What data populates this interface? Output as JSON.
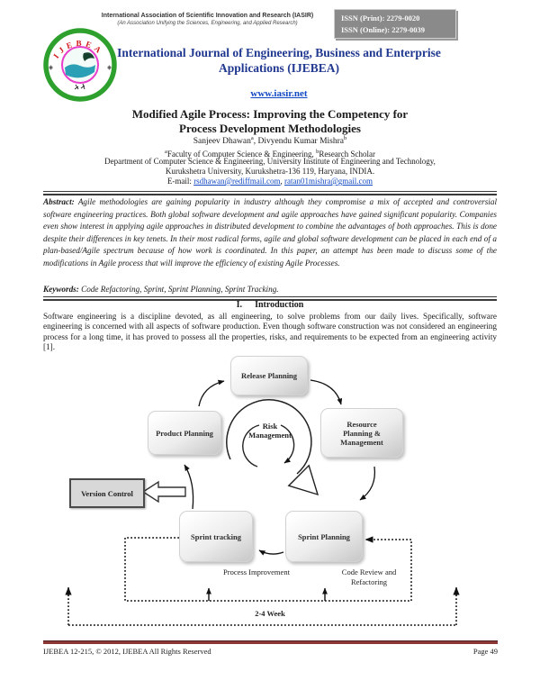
{
  "header": {
    "org_name": "International Association of Scientific Innovation and Research (IASIR)",
    "org_tagline": "(An Association Unifying the Sciences, Engineering, and Applied Research)",
    "issn_print": "ISSN (Print): 2279-0020",
    "issn_online": "ISSN (Online): 2279-0039",
    "journal_line1": "International Journal of Engineering, Business and Enterprise",
    "journal_line2": "Applications (IJEBEA)",
    "website": "www.iasir.net",
    "logo_letters": "IJEBEA"
  },
  "paper": {
    "title_line1": "Modified Agile Process: Improving the Competency for",
    "title_line2": "Process Development Methodologies",
    "author1": "Sanjeev Dhawan",
    "author1_sup": "a",
    "author2": ", Divyendu Kumar Mishra",
    "author2_sup": "b",
    "affil1_sup_a": "a",
    "affil1_a": "Faculty of Computer Science & Engineering, ",
    "affil1_sup_b": "b",
    "affil1_b": "Research Scholar",
    "affil2": "Department of Computer Science & Engineering, University Institute of Engineering and Technology,",
    "affil3": "Kurukshetra University, Kurukshetra-136 119, Haryana, INDIA.",
    "email_label": "E-mail: ",
    "email1": "rsdhawan@rediffmail.com",
    "email_sep": ", ",
    "email2": "ratan01mishra@gmail.com"
  },
  "abstract": {
    "label": "Abstract:",
    "text": "  Agile methodologies are gaining popularity in industry although they compromise a mix of accepted and controversial software engineering practices. Both global software development and agile approaches have gained significant popularity. Companies even show interest in applying agile approaches in distributed development to combine the advantages of both approaches. This is done despite their differences in key tenets. In their most radical forms, agile and global software development can be placed in each end of a plan-based/Agile spectrum because of how work is coordinated. In this paper, an attempt has been made to discuss some of the modifications in Agile process that will improve the efficiency of existing Agile Processes."
  },
  "keywords": {
    "label": "Keywords:",
    "text": " Code Refactoring, Sprint, Sprint Planning, Sprint Tracking."
  },
  "section1": {
    "number": "I.",
    "title": "Introduction",
    "body": "Software engineering is a discipline devoted, as all engineering, to solve problems from our daily lives. Specifically, software engineering is concerned with all aspects of software production. Even though software construction was not considered an engineering process for a long time, it has proved to possess all the properties, risks, and requirements to be expected from an engineering activity [1]."
  },
  "diagram": {
    "nodes": {
      "release": "Release Planning",
      "product": "Product Planning",
      "resource": "Resource Planning & Management",
      "risk": "Risk Management",
      "version": "Version Control",
      "sprint_tracking": "Sprint tracking",
      "sprint_planning": "Sprint Planning",
      "process_improvement": "Process Improvement",
      "code_review": "Code Review and Refactoring",
      "cycle_label": "2-4 Week"
    }
  },
  "footer": {
    "left": "IJEBEA 12-215, © 2012, IJEBEA All Rights Reserved",
    "right": "Page 49"
  },
  "colors": {
    "title_blue": "#20388f",
    "link_blue": "#1149c4",
    "issn_box_gray": "#8a8a8a",
    "footer_maroon": "#8c3836",
    "logo_green": "#2da02d",
    "logo_pink": "#e83ecb",
    "logo_teal": "#2a9fb5"
  }
}
